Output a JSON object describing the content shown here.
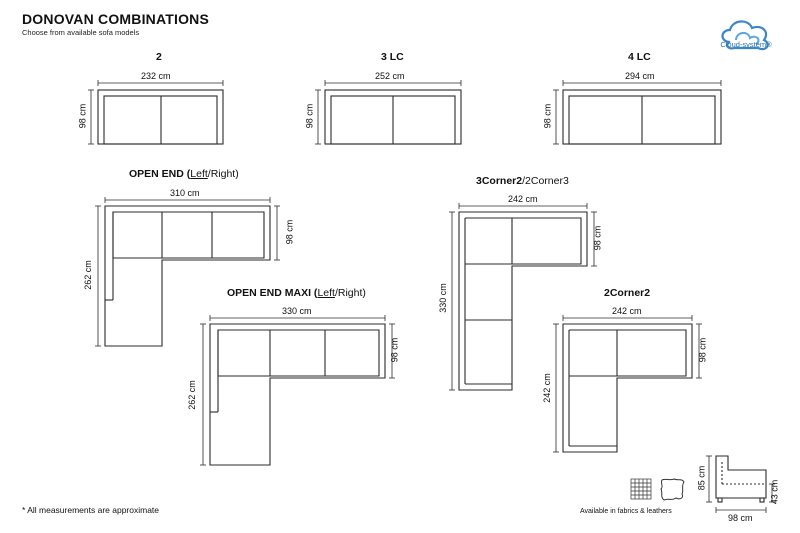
{
  "header": {
    "title": "DONOVAN COMBINATIONS",
    "subtitle": "Choose from available sofa models"
  },
  "logo": {
    "text": "Cloud-system®",
    "icon": "cloud-icon",
    "color": "#2a6fa8"
  },
  "models": {
    "m2": {
      "name": "2",
      "width": "232 cm",
      "depth": "98 cm"
    },
    "m3lc": {
      "name": "3 LC",
      "width": "252 cm",
      "depth": "98 cm"
    },
    "m4lc": {
      "name": "4 LC",
      "width": "294 cm",
      "depth": "98 cm"
    },
    "openend": {
      "name": "OPEN END (",
      "opt1": "Left",
      "sep": "/Right)",
      "width": "310 cm",
      "depth": "98 cm",
      "length": "262 cm"
    },
    "openendmaxi": {
      "name": "OPEN END MAXI (",
      "opt1": "Left",
      "sep": "/Right)",
      "width": "330 cm",
      "depth": "98 cm",
      "length": "262 cm"
    },
    "corner3": {
      "name": "3Corner2",
      "alt": "/2Corner3",
      "width": "242 cm",
      "depth": "98 cm",
      "length": "330 cm"
    },
    "corner2": {
      "name": "2Corner2",
      "width": "242 cm",
      "depth": "98 cm",
      "length": "242 cm"
    }
  },
  "profile": {
    "height": "85 cm",
    "seat_height": "43 cm",
    "depth": "98 cm"
  },
  "footer": {
    "note": "* All measurements are approximate",
    "materials": "Available in fabrics & leathers",
    "icons": [
      "fabric-icon",
      "leather-icon"
    ]
  }
}
